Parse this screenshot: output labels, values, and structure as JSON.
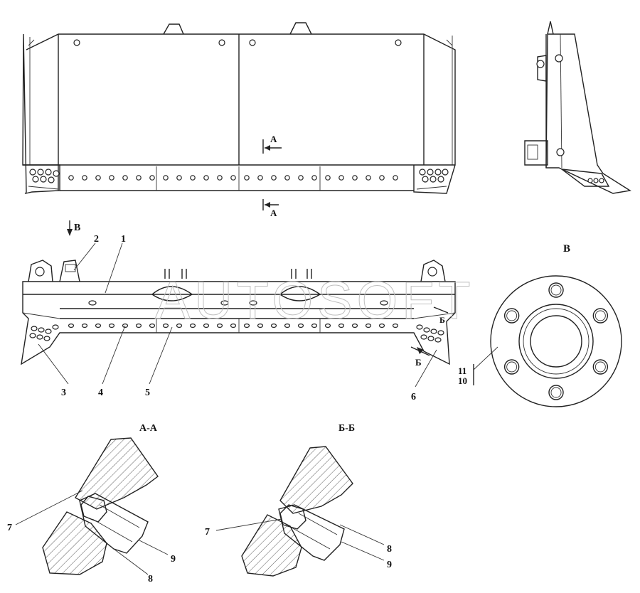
{
  "labels": {
    "view_b_title": "В",
    "view_b_arrow": "В",
    "section_a_mark_top": "А",
    "section_a_mark_bottom": "А",
    "section_b_mark": "Б",
    "section_b_mark2": "Б",
    "section_aa_title": "А-А",
    "section_bb_title": "Б-Б"
  },
  "callouts": {
    "c1": "1",
    "c2": "2",
    "c3": "3",
    "c4": "4",
    "c5": "5",
    "c6": "6",
    "c7a": "7",
    "c7b": "7",
    "c8a": "8",
    "c8b": "8",
    "c9a": "9",
    "c9b": "9",
    "c10": "10",
    "c11": "11"
  },
  "watermark": "AUTOSOFT"
}
